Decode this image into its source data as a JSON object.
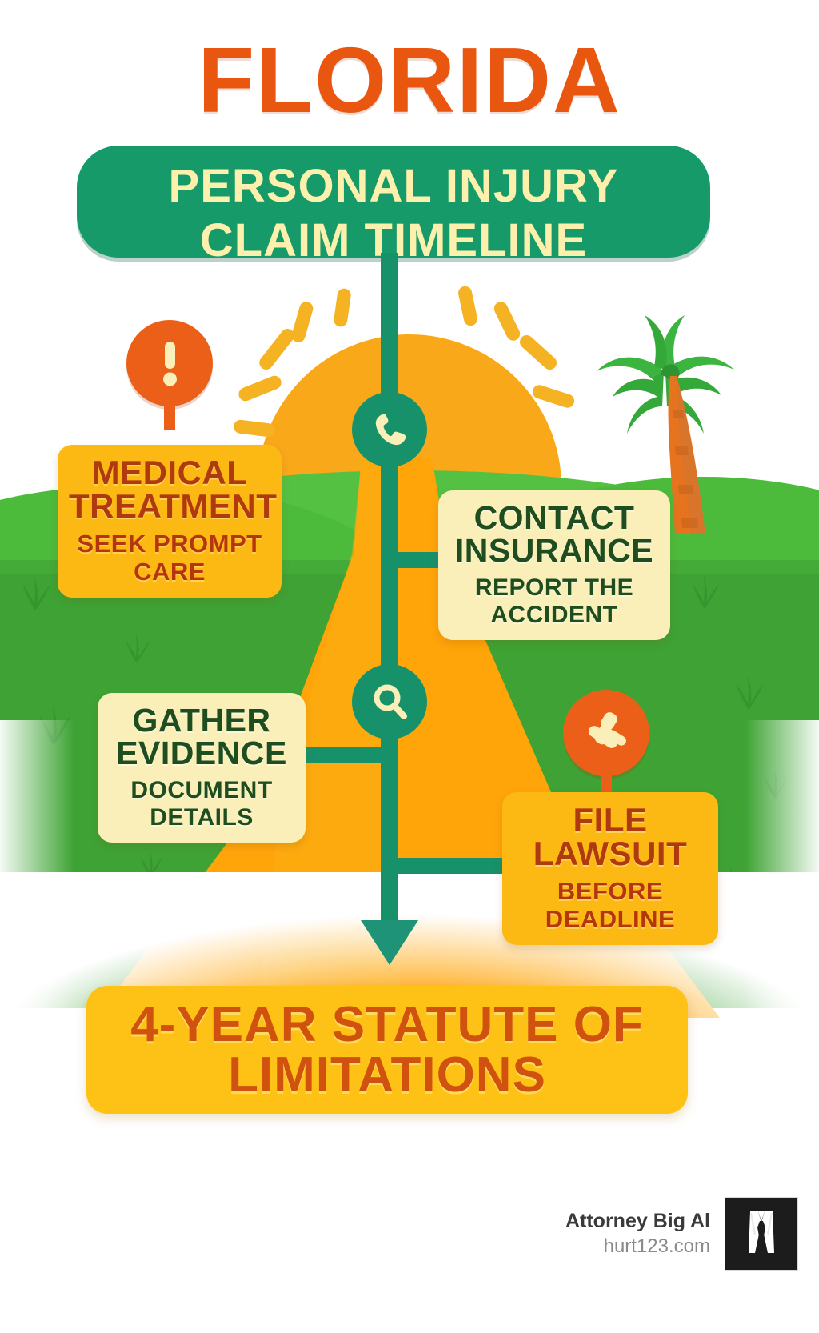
{
  "title": {
    "main": "FLORIDA",
    "banner_line1": "PERSONAL INJURY",
    "banner_line2": "CLAIM TIMELINE"
  },
  "steps": [
    {
      "id": "medical",
      "heading": "MEDICAL TREATMENT",
      "heading_line1": "MEDICAL",
      "heading_line2": "TREATMENT",
      "subtext_line1": "SEEK PROMPT",
      "subtext_line2": "CARE",
      "icon": "exclamation-icon",
      "card_color": "#FDB913",
      "text_color": "#B03A10"
    },
    {
      "id": "insurance",
      "heading": "CONTACT INSURANCE",
      "heading_line1": "CONTACT",
      "heading_line2": "INSURANCE",
      "subtext_line1": "REPORT THE",
      "subtext_line2": "ACCIDENT",
      "icon": "phone-icon",
      "card_color": "#FAEFB8",
      "text_color": "#1E4D20"
    },
    {
      "id": "evidence",
      "heading": "GATHER EVIDENCE",
      "heading_line1": "GATHER",
      "heading_line2": "EVIDENCE",
      "subtext_line1": "DOCUMENT",
      "subtext_line2": "DETAILS",
      "icon": "magnifier-icon",
      "card_color": "#FAEFB8",
      "text_color": "#1E4D20"
    },
    {
      "id": "lawsuit",
      "heading": "FILE LAWSUIT",
      "heading_line1": "FILE",
      "heading_line2": "LAWSUIT",
      "subtext_line1": "BEFORE",
      "subtext_line2": "DEADLINE",
      "icon": "gavel-icon",
      "card_color": "#FDB913",
      "text_color": "#B5350F"
    }
  ],
  "statute": {
    "line1": "4-YEAR STATUTE OF",
    "line2": "LIMITATIONS"
  },
  "footer": {
    "brand": "Attorney Big Al",
    "website": "hurt123.com",
    "logo": "suit-and-tie-logo"
  },
  "colors": {
    "title_orange": "#E8560F",
    "banner_green": "#179A6A",
    "spine_green": "#17916A",
    "card_amber": "#FDB913",
    "card_cream": "#FAEFB8",
    "statute_amber": "#FDC215",
    "pin_orange": "#EC5F19",
    "road_orange": "#FFA50A",
    "hill_green_light": "#55C143",
    "hill_green_mid": "#4CBB3C",
    "ground_green": "#3EA334",
    "sun_amber": "#F9A81A",
    "icon_cream": "#FAEFB8"
  }
}
